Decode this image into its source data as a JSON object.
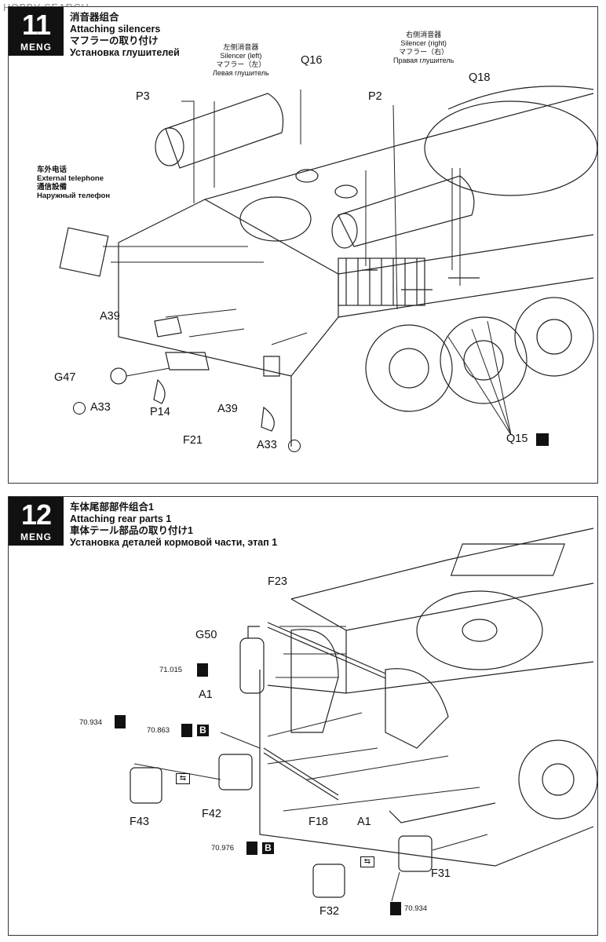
{
  "watermark": {
    "brand": "HOBBY",
    "rest": "SEARCH"
  },
  "step11": {
    "number": "11",
    "brand": "MENG",
    "title_zh": "消音器组合",
    "title_en": "Attaching silencers",
    "title_ja": "マフラーの取り付け",
    "title_ru": "Установка глушителей",
    "callout_left": {
      "zh": "左侧消音器",
      "en": "Silencer (left)",
      "ja": "マフラー（左）",
      "ru": "Левая глушитель"
    },
    "callout_right": {
      "zh": "右侧消音器",
      "en": "Silencer (right)",
      "ja": "マフラー（右）",
      "ru": "Правая глушитель"
    },
    "callout_phone": {
      "zh": "车外电话",
      "en": "External telephone",
      "ja": "通信設備",
      "ru": "Наружный телефон"
    },
    "parts": {
      "P3": "P3",
      "Q16": "Q16",
      "P2": "P2",
      "Q18": "Q18",
      "A39a": "A39",
      "G47": "G47",
      "A33a": "A33",
      "P14": "P14",
      "A39b": "A39",
      "F21": "F21",
      "A33b": "A33",
      "Q15": "Q15"
    }
  },
  "step12": {
    "number": "12",
    "brand": "MENG",
    "title_zh": "车体尾部部件组合1",
    "title_en": "Attaching rear parts 1",
    "title_ja": "車体テール部品の取り付け1",
    "title_ru": "Установка деталей кормовой части, этап 1",
    "parts": {
      "F23": "F23",
      "G50": "G50",
      "A1a": "A1",
      "F43": "F43",
      "F42": "F42",
      "F18": "F18",
      "A1b": "A1",
      "F31": "F31",
      "F32": "F32"
    },
    "paint_codes": {
      "c1": "71.015",
      "c2": "70.934",
      "c3": "70.863",
      "c4": "70.976",
      "c5": "70.934"
    },
    "icons": {
      "b_label": "B",
      "flip": "⇆"
    }
  }
}
